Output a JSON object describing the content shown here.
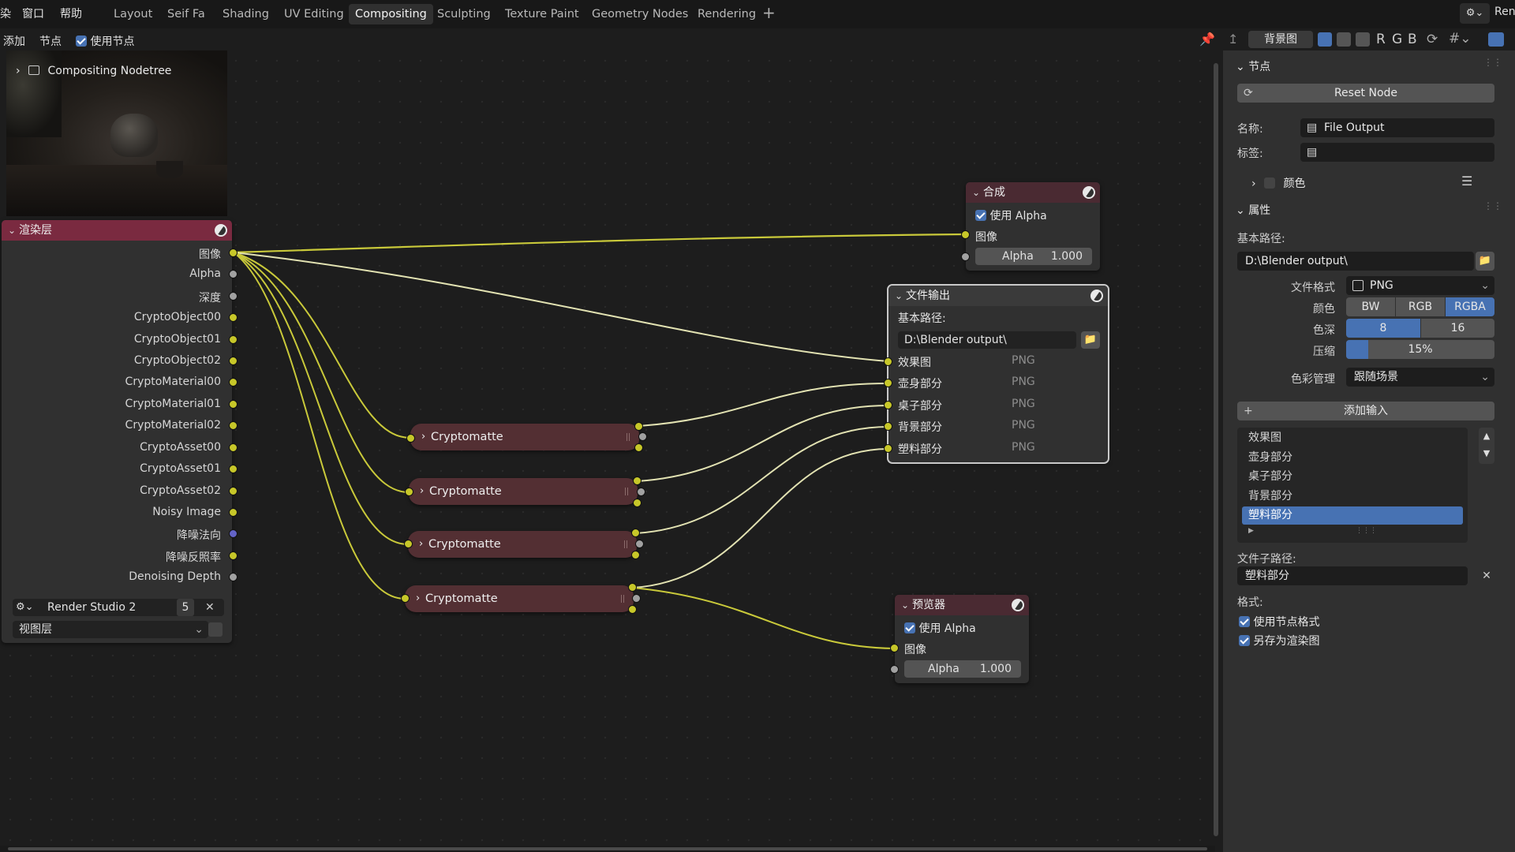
{
  "topbar": {
    "menus": [
      "染",
      "窗口",
      "帮助"
    ],
    "tabs": [
      "Layout",
      "Seif Fa",
      "Shading",
      "UV Editing",
      "Compositing",
      "Sculpting",
      "Texture Paint",
      "Geometry Nodes",
      "Rendering"
    ],
    "active_tab": "Compositing",
    "plus": "+",
    "scene_label": "Ren"
  },
  "header": {
    "add": "添加",
    "node": "节点",
    "use_nodes": "使用节点",
    "backdrop": "背景图",
    "channels": [
      "R",
      "G",
      "B"
    ]
  },
  "tree": {
    "label": "Compositing Nodetree"
  },
  "render_layers": {
    "title": "渲染层",
    "outputs": [
      "图像",
      "Alpha",
      "深度",
      "CryptoObject00",
      "CryptoObject01",
      "CryptoObject02",
      "CryptoMaterial00",
      "CryptoMaterial01",
      "CryptoMaterial02",
      "CryptoAsset00",
      "CryptoAsset01",
      "CryptoAsset02",
      "Noisy Image",
      "降噪法向",
      "降噪反照率",
      "Denoising Depth"
    ],
    "scene": "Render Studio 2",
    "scene_users": "5",
    "view_layer": "视图层"
  },
  "composite": {
    "title": "合成",
    "use_alpha": "使用 Alpha",
    "image": "图像",
    "alpha_label": "Alpha",
    "alpha_value": "1.000"
  },
  "file_output": {
    "title": "文件输出",
    "base_path_label": "基本路径:",
    "base_path": "D:\\Blender output\\",
    "inputs": [
      {
        "name": "效果图",
        "format": "PNG"
      },
      {
        "name": "壶身部分",
        "format": "PNG"
      },
      {
        "name": "桌子部分",
        "format": "PNG"
      },
      {
        "name": "背景部分",
        "format": "PNG"
      },
      {
        "name": "塑料部分",
        "format": "PNG"
      }
    ]
  },
  "cryptomatte": {
    "label": "Cryptomatte"
  },
  "viewer": {
    "title": "预览器",
    "use_alpha": "使用 Alpha",
    "image": "图像",
    "alpha_label": "Alpha",
    "alpha_value": "1.000"
  },
  "sidebar": {
    "node_section": "节点",
    "reset_node": "Reset Node",
    "name_label": "名称:",
    "name_value": "File Output",
    "label_label": "标签:",
    "label_value": "",
    "color_label": "颜色",
    "properties_section": "属性",
    "base_path_label": "基本路径:",
    "base_path": "D:\\Blender output\\",
    "file_format_label": "文件格式",
    "file_format": "PNG",
    "color_mode_label": "颜色",
    "color_modes": [
      "BW",
      "RGB",
      "RGBA"
    ],
    "color_mode_selected": "RGBA",
    "depth_label": "色深",
    "depth_options": [
      "8",
      "16"
    ],
    "depth_selected": "8",
    "compression_label": "压缩",
    "compression": "15%",
    "compression_fraction": 0.15,
    "color_management_label": "色彩管理",
    "color_management": "跟随场景",
    "add_input": "添加输入",
    "inputs": [
      "效果图",
      "壶身部分",
      "桌子部分",
      "背景部分",
      "塑料部分"
    ],
    "selected_input": "塑料部分",
    "subpath_label": "文件子路径:",
    "subpath": "塑料部分",
    "format_label": "格式:",
    "use_node_format": "使用节点格式",
    "save_as_render": "另存为渲染图"
  },
  "colors": {
    "accent": "#4772b3",
    "socket_color": "#c7c729",
    "link_color": "#c9c93a",
    "link_light": "#e2e2b2",
    "node_header_output": "#4a2a32",
    "node_header_layer": "#7a2a40",
    "cryptomatte_body": "#532f33"
  }
}
